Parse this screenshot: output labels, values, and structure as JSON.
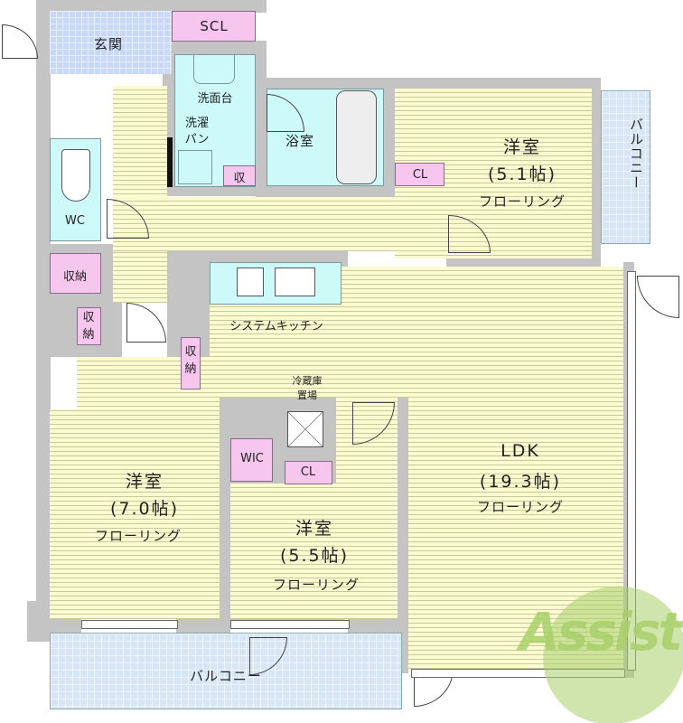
{
  "rooms": {
    "entrance": "玄関",
    "shoe_closet": "SCL",
    "washstand": "洗面台",
    "laundry_pan": "洗濯\nパン",
    "storage_small": "収",
    "bathroom": "浴室",
    "bedroom_ne": {
      "name": "洋室",
      "size": "(5.1帖)",
      "floor": "フローリング"
    },
    "closet_ne": "CL",
    "balcony_east": "バルコニー",
    "wc": "WC",
    "storage_1": "収納",
    "storage_2": "収\n納",
    "storage_3": "収\n納",
    "kitchen": "システムキッチン",
    "fridge": "冷蔵庫\n置場",
    "ldk": {
      "name": "LDK",
      "size": "(19.3帖)",
      "floor": "フローリング"
    },
    "wic": "WIC",
    "closet_center": "CL",
    "bedroom_w": {
      "name": "洋室",
      "size": "(7.0帖)",
      "floor": "フローリング"
    },
    "bedroom_c": {
      "name": "洋室",
      "size": "(5.5帖)",
      "floor": "フローリング"
    },
    "balcony_south": "バルコニー"
  },
  "logo": "Assist",
  "colors": {
    "wall": "#c4c4c4",
    "floor": "#fbfbd2",
    "wet_area": "#cdf9f9",
    "storage": "#f6c6ef",
    "entrance": "#c9d8f6",
    "balcony": "#d6e6f7",
    "logo": "#a8cf6a"
  }
}
